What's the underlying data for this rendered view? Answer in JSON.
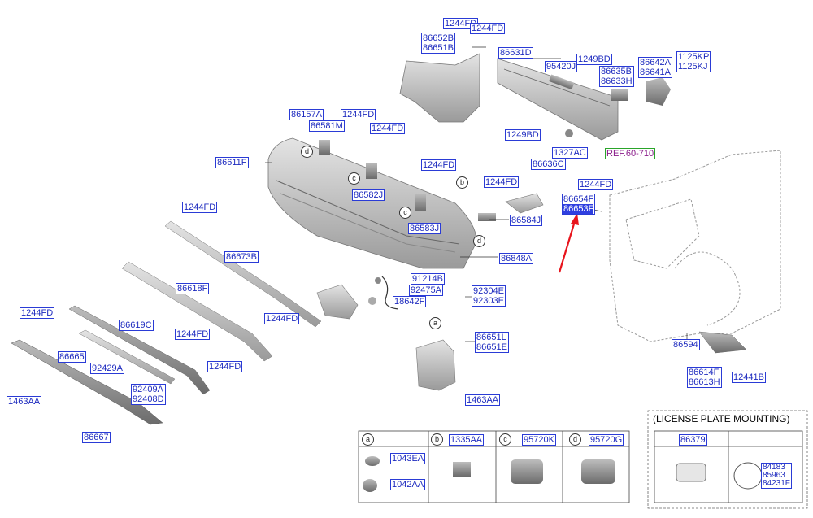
{
  "labels": [
    {
      "id": "l-1244fd-a",
      "text": "1244FD"
    },
    {
      "id": "l-1244fd-b",
      "text": "1244FD"
    },
    {
      "id": "l-86652b",
      "lines": [
        "86652B",
        "86651B"
      ]
    },
    {
      "id": "l-86631d",
      "text": "86631D"
    },
    {
      "id": "l-1249bd-a",
      "text": "1249BD"
    },
    {
      "id": "l-95420j",
      "text": "95420J"
    },
    {
      "id": "l-86635b",
      "lines": [
        "86635B",
        "86633H"
      ]
    },
    {
      "id": "l-86642a",
      "lines": [
        "86642A",
        "86641A"
      ]
    },
    {
      "id": "l-1125kp",
      "lines": [
        "1125KP",
        "1125KJ"
      ]
    },
    {
      "id": "l-86157a",
      "text": "86157A"
    },
    {
      "id": "l-86581m",
      "text": "86581M"
    },
    {
      "id": "l-1244fd-c",
      "text": "1244FD"
    },
    {
      "id": "l-1244fd-d",
      "text": "1244FD"
    },
    {
      "id": "l-1249bd-b",
      "text": "1249BD"
    },
    {
      "id": "l-1327ac",
      "text": "1327AC"
    },
    {
      "id": "l-86636c",
      "text": "86636C"
    },
    {
      "id": "l-86611f",
      "text": "86611F"
    },
    {
      "id": "l-1244fd-e",
      "text": "1244FD"
    },
    {
      "id": "l-86582j",
      "text": "86582J"
    },
    {
      "id": "l-1244fd-f",
      "text": "1244FD"
    },
    {
      "id": "l-1244fd-g",
      "text": "1244FD"
    },
    {
      "id": "l-86654f",
      "lines": [
        "86654F",
        "86653F"
      ],
      "highlight_line": 1
    },
    {
      "id": "l-86583j",
      "text": "86583J"
    },
    {
      "id": "l-86584j",
      "text": "86584J"
    },
    {
      "id": "l-1244fd-h",
      "text": "1244FD"
    },
    {
      "id": "l-86673b",
      "text": "86673B"
    },
    {
      "id": "l-86848a",
      "text": "86848A"
    },
    {
      "id": "l-91214b",
      "text": "91214B"
    },
    {
      "id": "l-92475a",
      "text": "92475A"
    },
    {
      "id": "l-92304e",
      "lines": [
        "92304E",
        "92303E"
      ]
    },
    {
      "id": "l-18642f",
      "text": "18642F"
    },
    {
      "id": "l-86618f",
      "text": "86618F"
    },
    {
      "id": "l-1244fd-i",
      "text": "1244FD"
    },
    {
      "id": "l-1244fd-j",
      "text": "1244FD"
    },
    {
      "id": "l-86619c",
      "text": "86619C"
    },
    {
      "id": "l-1244fd-k",
      "text": "1244FD"
    },
    {
      "id": "l-86651l",
      "lines": [
        "86651L",
        "86651E"
      ]
    },
    {
      "id": "l-86594",
      "text": "86594"
    },
    {
      "id": "l-86665",
      "text": "86665"
    },
    {
      "id": "l-92429a",
      "text": "92429A"
    },
    {
      "id": "l-1244fd-l",
      "text": "1244FD"
    },
    {
      "id": "l-92409a",
      "lines": [
        "92409A",
        "92408D"
      ]
    },
    {
      "id": "l-86614f",
      "lines": [
        "86614F",
        "86613H"
      ]
    },
    {
      "id": "l-12441b",
      "text": "12441B"
    },
    {
      "id": "l-1463aa-a",
      "text": "1463AA"
    },
    {
      "id": "l-1463aa-b",
      "text": "1463AA"
    },
    {
      "id": "l-86667",
      "text": "86667"
    },
    {
      "id": "l-ref",
      "text": "REF.60-710"
    },
    {
      "id": "l-1043ea",
      "text": "1043EA"
    },
    {
      "id": "l-1042aa",
      "text": "1042AA"
    },
    {
      "id": "l-1335aa",
      "text": "1335AA"
    },
    {
      "id": "l-95720k",
      "text": "95720K"
    },
    {
      "id": "l-95720g",
      "text": "95720G"
    },
    {
      "id": "l-86379",
      "text": "86379"
    },
    {
      "id": "l-84183",
      "lines": [
        "84183",
        "85963",
        "84231F"
      ]
    }
  ],
  "circles": [
    "d",
    "c",
    "b",
    "c",
    "d",
    "a",
    "a",
    "b",
    "c",
    "d"
  ],
  "license_plate_title": "(LICENSE PLATE MOUNTING)",
  "colors": {
    "label_text": "#1e2bbf",
    "label_border": "#2a3bd6",
    "highlight": "#2f3fe0",
    "arrow": "#e8141c",
    "line": "#333333"
  }
}
